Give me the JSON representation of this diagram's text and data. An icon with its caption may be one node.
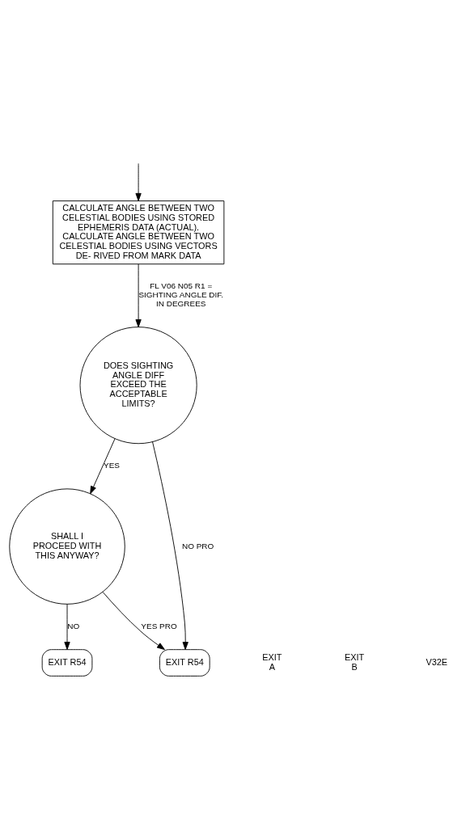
{
  "diagram": {
    "nodes": [
      {
        "text": [
          "CALCULATE ANGLE BETWEEN TWO CELESTIAL BODIES USING STORED EPHEMERIS DATA (ACTUAL). CALCULATE ANGLE BETWEEN TWO CELESTIAL BODIES USING VECTORS DE- RIVED FROM MARK DATA"
        ]
      },
      {
        "text": [
          "DOES SIGHTING ANGLE DIFF EXCEED THE ACCEPTABLE LIMITS?"
        ]
      },
      {
        "text": [
          "SHALL I PROCEED WITH THIS ANYWAY?"
        ]
      },
      {
        "text": [
          "EXIT R54"
        ]
      },
      {
        "text": [
          "EXIT R54"
        ]
      }
    ],
    "edges": [
      {
        "from": null,
        "to": 0,
        "arrow": "to"
      },
      {
        "from": 0,
        "to": 1,
        "arrow": "to",
        "label": "FL V06 N05 R1 = SIGHTING ANGLE DIF. IN DEGREES"
      },
      {
        "from": 1,
        "to": 3,
        "arrow": "to",
        "label": "NO PRO"
      },
      {
        "from": 1,
        "to": 2,
        "arrow": "to",
        "label": "YES"
      },
      {
        "from": 2,
        "to": 3,
        "arrow": "to",
        "label": "YES PRO"
      },
      {
        "from": 2,
        "to": 4,
        "arrow": "to",
        "label": "NO"
      }
    ],
    "labels": [
      "EXIT A",
      "EXIT B",
      "V32E"
    ]
  }
}
